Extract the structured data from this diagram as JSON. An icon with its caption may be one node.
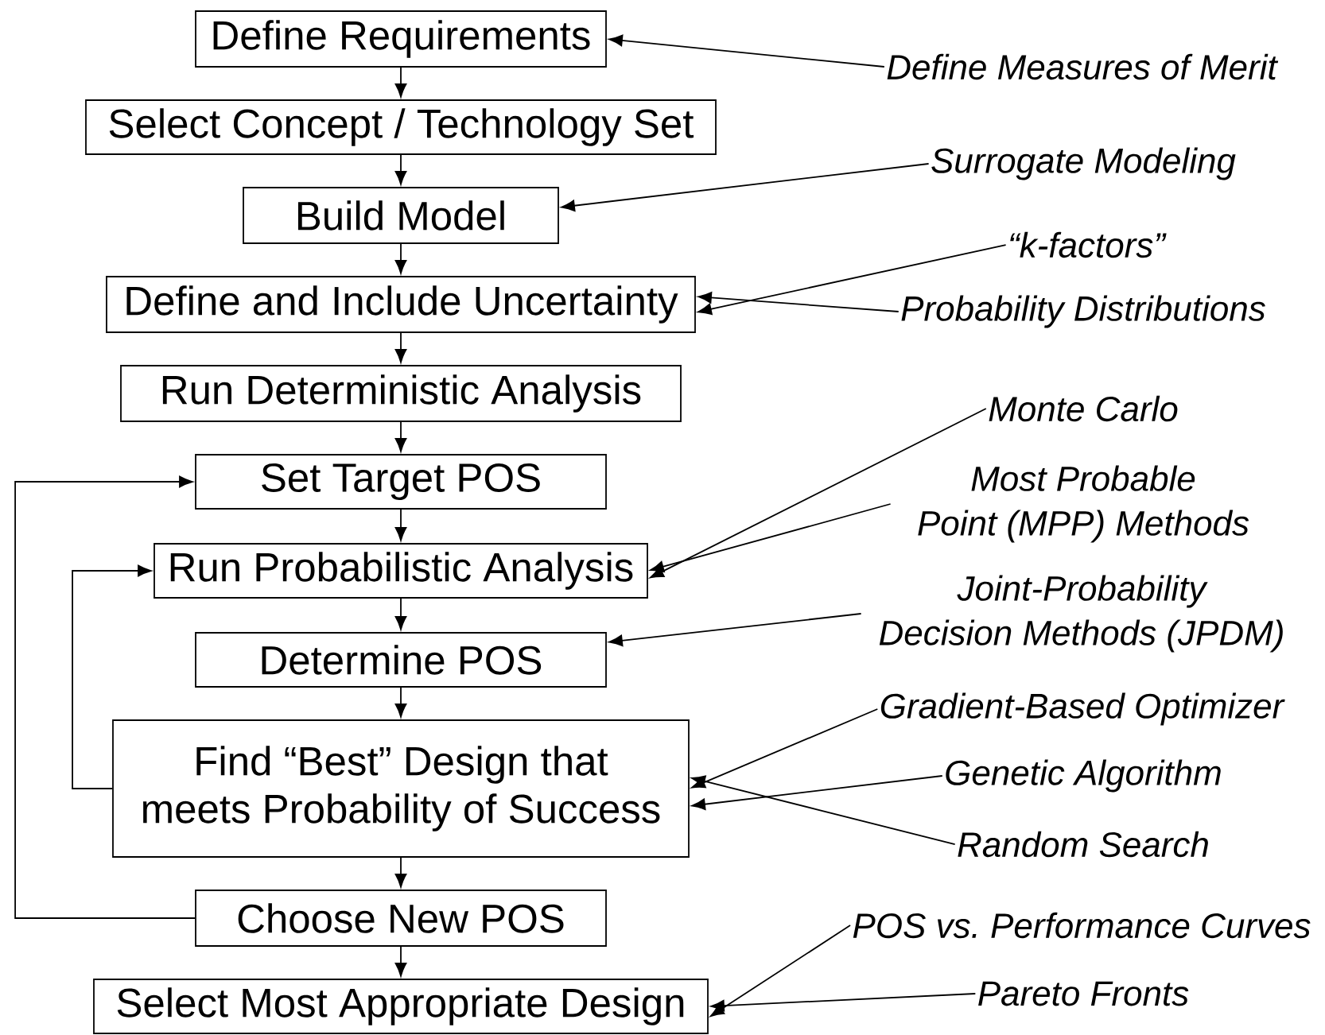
{
  "diagram": {
    "nodes": [
      {
        "text": [
          "Define Requirements"
        ]
      },
      {
        "text": [
          "Select Concept / Technology Set"
        ]
      },
      {
        "text": [
          "Build Model"
        ]
      },
      {
        "text": [
          "Define and Include Uncertainty"
        ]
      },
      {
        "text": [
          "Run Deterministic Analysis"
        ]
      },
      {
        "text": [
          "Set Target POS"
        ]
      },
      {
        "text": [
          "Run Probabilistic Analysis"
        ]
      },
      {
        "text": [
          "Determine POS"
        ]
      },
      {
        "text": [
          "Find “Best” Design that meets Probability of Success"
        ]
      },
      {
        "text": [
          "Choose New POS"
        ]
      },
      {
        "text": [
          "Select Most Appropriate Design"
        ]
      },
      {
        "text": [
          "Define Measures of Merit"
        ]
      },
      {
        "text": [
          "Surrogate Modeling"
        ]
      },
      {
        "text": [
          "“k-factors”"
        ]
      },
      {
        "text": [
          "Probability Distributions"
        ]
      },
      {
        "text": [
          "Monte Carlo"
        ]
      },
      {
        "text": [
          "Most Probable Point (MPP) Methods"
        ]
      },
      {
        "text": [
          "Joint-Probability Decision Methods (JPDM)"
        ]
      },
      {
        "text": [
          "Gradient-Based Optimizer"
        ]
      },
      {
        "text": [
          "Genetic Algorithm"
        ]
      },
      {
        "text": [
          "Random Search"
        ]
      },
      {
        "text": [
          "POS vs. Performance Curves"
        ]
      },
      {
        "text": [
          "Pareto Fronts"
        ]
      }
    ],
    "edges": [
      {
        "from": 0,
        "to": 1,
        "arrow": "to"
      },
      {
        "from": 1,
        "to": 2,
        "arrow": "to"
      },
      {
        "from": 2,
        "to": 3,
        "arrow": "to"
      },
      {
        "from": 3,
        "to": 4,
        "arrow": "to"
      },
      {
        "from": 4,
        "to": 5,
        "arrow": "to"
      },
      {
        "from": 5,
        "to": 6,
        "arrow": "to"
      },
      {
        "from": 6,
        "to": 7,
        "arrow": "to"
      },
      {
        "from": 7,
        "to": 8,
        "arrow": "to"
      },
      {
        "from": 8,
        "to": 9,
        "arrow": "to"
      },
      {
        "from": 9,
        "to": 10,
        "arrow": "to"
      },
      {
        "from": 9,
        "to": 5,
        "arrow": "to"
      },
      {
        "from": 8,
        "to": 6,
        "arrow": "to"
      },
      {
        "from": 11,
        "to": 0,
        "arrow": "to"
      },
      {
        "from": 12,
        "to": 2,
        "arrow": "to"
      },
      {
        "from": 13,
        "to": 3,
        "arrow": "to"
      },
      {
        "from": 14,
        "to": 3,
        "arrow": "to"
      },
      {
        "from": 15,
        "to": 6,
        "arrow": "to"
      },
      {
        "from": 16,
        "to": 6,
        "arrow": "to"
      },
      {
        "from": 17,
        "to": 7,
        "arrow": "to"
      },
      {
        "from": 18,
        "to": 8,
        "arrow": "to"
      },
      {
        "from": 19,
        "to": 8,
        "arrow": "to"
      },
      {
        "from": 20,
        "to": 8,
        "arrow": "to"
      },
      {
        "from": 21,
        "to": 10,
        "arrow": "to"
      },
      {
        "from": 22,
        "to": 10,
        "arrow": "to"
      }
    ]
  }
}
